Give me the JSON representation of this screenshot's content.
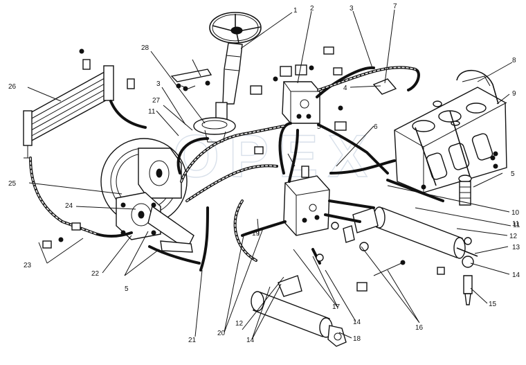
{
  "diagram": {
    "watermark": "OPEX",
    "callouts": [
      {
        "id": "c1",
        "text": "1"
      },
      {
        "id": "c2",
        "text": "2"
      },
      {
        "id": "c3",
        "text": "3"
      },
      {
        "id": "c4",
        "text": "4"
      },
      {
        "id": "c5",
        "text": "5"
      },
      {
        "id": "c6",
        "text": "6"
      },
      {
        "id": "c7",
        "text": "7"
      },
      {
        "id": "c8",
        "text": "8"
      },
      {
        "id": "c9",
        "text": "9"
      },
      {
        "id": "c10",
        "text": "10"
      },
      {
        "id": "c11",
        "text": "11"
      },
      {
        "id": "c12",
        "text": "12"
      },
      {
        "id": "c13",
        "text": "13"
      },
      {
        "id": "c14",
        "text": "14"
      },
      {
        "id": "c15",
        "text": "15"
      },
      {
        "id": "c16",
        "text": "16"
      },
      {
        "id": "c17",
        "text": "17"
      },
      {
        "id": "c18",
        "text": "18"
      },
      {
        "id": "c19",
        "text": "19"
      },
      {
        "id": "c20",
        "text": "20"
      },
      {
        "id": "c21",
        "text": "21"
      },
      {
        "id": "c22",
        "text": "22"
      },
      {
        "id": "c23",
        "text": "23"
      },
      {
        "id": "c24",
        "text": "24"
      },
      {
        "id": "c25",
        "text": "25"
      },
      {
        "id": "c26",
        "text": "26"
      },
      {
        "id": "c27",
        "text": "27"
      },
      {
        "id": "c28",
        "text": "28"
      },
      {
        "id": "c3b",
        "text": "3"
      },
      {
        "id": "c11b",
        "text": "11"
      },
      {
        "id": "c5b",
        "text": "5"
      },
      {
        "id": "c11c",
        "text": "11"
      },
      {
        "id": "c12b",
        "text": "12"
      },
      {
        "id": "c14b",
        "text": "14"
      },
      {
        "id": "c14c",
        "text": "14"
      },
      {
        "id": "c5c",
        "text": "5"
      }
    ]
  }
}
